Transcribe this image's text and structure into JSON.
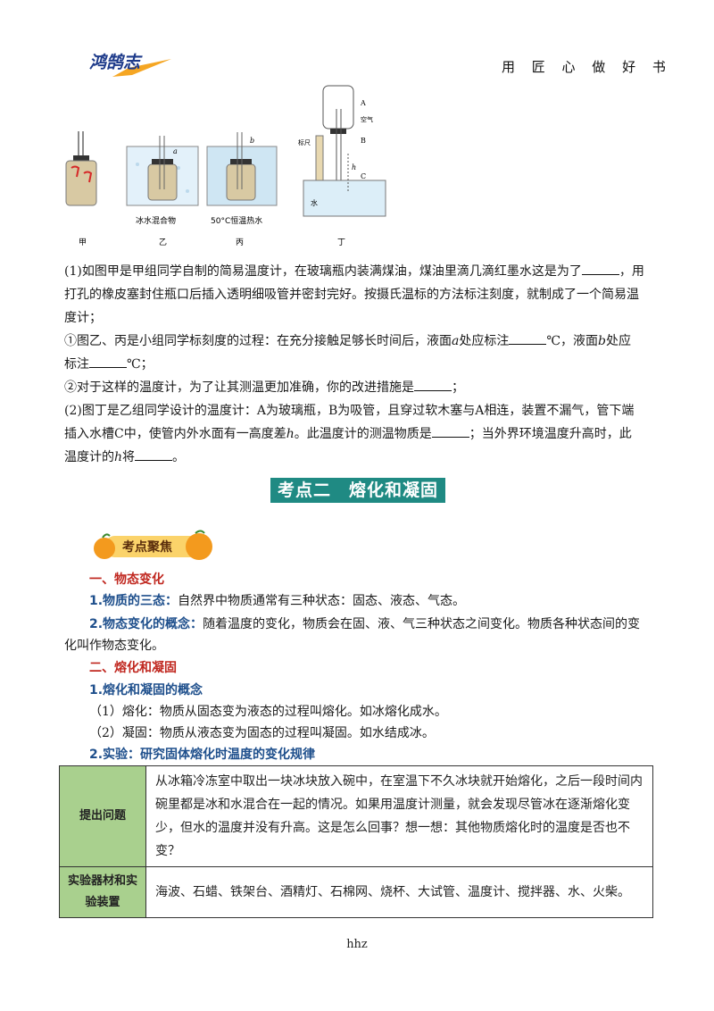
{
  "header": {
    "logo_text": "鸿鹄志",
    "slogan": "用 匠 心 做 好 书"
  },
  "figure": {
    "captions": [
      "甲",
      "乙",
      "丙",
      "丁"
    ],
    "sublabels": [
      "冰水混合物",
      "50°C恒温热水"
    ],
    "markers": {
      "a": "a",
      "b": "b",
      "A": "A",
      "air": "空气",
      "B": "B",
      "h": "h",
      "C": "C",
      "ruler": "标尺",
      "water": "水"
    }
  },
  "question": {
    "q1_line1": "(1)如图甲是甲组同学自制的简易温度计，在玻璃瓶内装满煤油，煤油里滴几滴红墨水这是为了",
    "q1_line1_end": "，用",
    "q1_line2": "打孔的橡皮塞封住瓶口后插入透明细吸管并密封完好。按摄氏温标的方法标注刻度，就制成了一个简易温",
    "q1_line3": "度计；",
    "q1a_line1_a": "①图乙、丙是小组同学标刻度的过程：在充分接触足够长时间后，液面",
    "q1a_var_a": "a",
    "q1a_line1_b": "处应标注",
    "q1a_line1_c": "℃，液面",
    "q1a_var_b": "b",
    "q1a_line1_d": "处应",
    "q1a_line2_a": "标注",
    "q1a_line2_b": "℃；",
    "q1b_a": "②对于这样的温度计，为了让其测温更加准确，你的改进措施是",
    "q1b_b": "；",
    "q2_line1": "(2)图丁是乙组同学设计的温度计：A为玻璃瓶，B为吸管，且穿过软木塞与A相连，装置不漏气，管下端",
    "q2_line2_a": "插入水槽C中，使管内外水面有一高度差",
    "q2_var_h": "h",
    "q2_line2_b": "。此温度计的测温物质是",
    "q2_line2_c": "；当外界环境温度升高时，此",
    "q2_line3_a": "温度计的",
    "q2_line3_b": "将",
    "q2_line3_c": "。"
  },
  "section": {
    "title": "考点二　熔化和凝固",
    "badge": "考点聚焦"
  },
  "content": {
    "h1": "一、物态变化",
    "item1_label": "1.物质的三态：",
    "item1_text": "自然界中物质通常有三种状态：固态、液态、气态。",
    "item2_label": "2.物态变化的概念：",
    "item2_text": "随着温度的变化，物质会在固、液、气三种状态之间变化。物质各种状态间的变",
    "item2_text2": "化叫作物态变化。",
    "h2": "二、熔化和凝固",
    "sub1": "1.熔化和凝固的概念",
    "melt": "（1）熔化：物质从固态变为液态的过程叫熔化。如冰熔化成水。",
    "freeze": "（2）凝固：物质从液态变为固态的过程叫凝固。如水结成冰。",
    "sub2": "2.实验：研究固体熔化时温度的变化规律"
  },
  "table": {
    "row1_head": "提出问题",
    "row1_text": "从冰箱冷冻室中取出一块冰块放入碗中，在室温下不久冰块就开始熔化，之后一段时间内碗里都是冰和水混合在一起的情况。如果用温度计测量，就会发现尽管冰在逐渐熔化变少，但水的温度并没有升高。这是怎么回事？想一想：其他物质熔化时的温度是否也不变？",
    "row2_head": "实验器材和实验装置",
    "row2_text": "海波、石蜡、铁架台、酒精灯、石棉网、烧杯、大试管、温度计、搅拌器、水、火柴。"
  },
  "footer": "hhz",
  "colors": {
    "section_bg": "#1f8a83",
    "red_heading": "#c0271f",
    "blue_heading": "#1e4f8c",
    "table_head_bg": "#a9d08e"
  }
}
